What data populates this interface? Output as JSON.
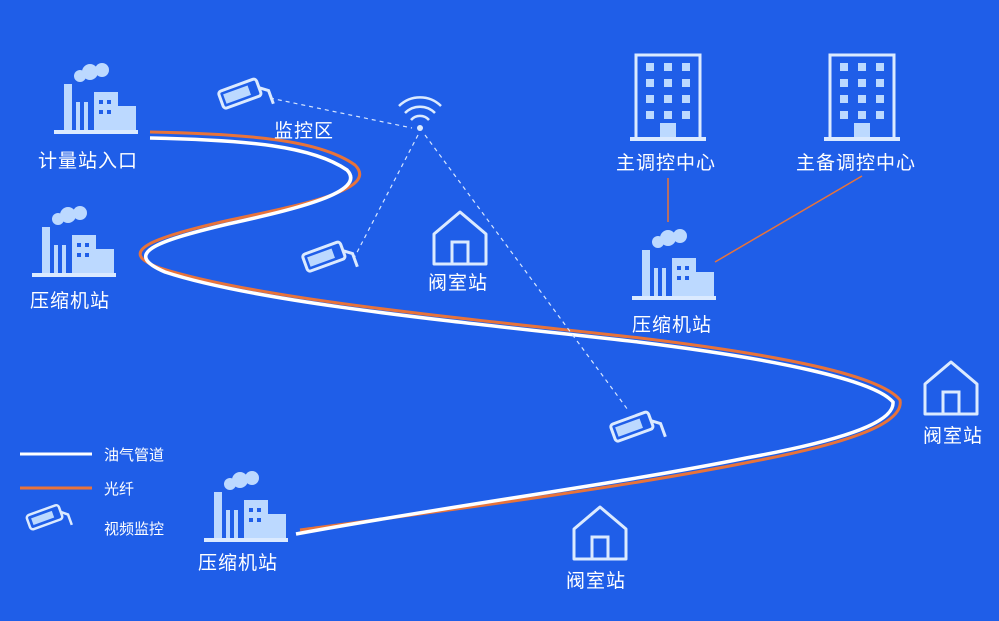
{
  "colors": {
    "background": "#1f5ee8",
    "pipeline": "#ffffff",
    "fiber": "#e8733a",
    "icon_fill": "#bcd9ff",
    "icon_stroke": "#dbeaff",
    "link": "#e8733a",
    "wireless": "#d6e6ff"
  },
  "nodes": {
    "metering_station": "计量站入口",
    "monitoring_zone": "监控区",
    "compressor_1": "压缩机站",
    "compressor_2": "压缩机站",
    "compressor_3": "压缩机站",
    "valve_1": "阀室站",
    "valve_2": "阀室站",
    "valve_3": "阀室站",
    "main_control": "主调控中心",
    "backup_control": "主备调控中心"
  },
  "legend": {
    "pipeline": "油气管道",
    "fiber": "光纤",
    "video": "视频监控"
  },
  "icons": {
    "factory": "factory-icon",
    "building": "building-icon",
    "camera": "camera-icon",
    "house": "house-icon",
    "wifi": "wifi-icon"
  }
}
